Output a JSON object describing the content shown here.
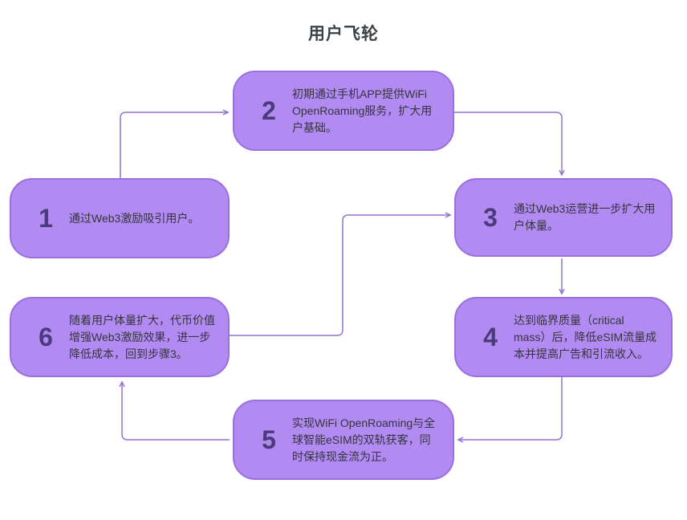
{
  "title": "用户飞轮",
  "colors": {
    "box_fill": "#b28bf2",
    "box_border": "#9b6fe0",
    "arrow": "#9472d8",
    "number": "#4a3b7c",
    "text": "#35343e",
    "title": "#3d4249",
    "background": "#ffffff"
  },
  "boxes": [
    {
      "num": "1",
      "text": "通过Web3激励吸引用户。"
    },
    {
      "num": "2",
      "text": "初期通过手机APP提供WiFi OpenRoaming服务，扩大用户基础。"
    },
    {
      "num": "3",
      "text": "通过Web3运营进一步扩大用户体量。"
    },
    {
      "num": "4",
      "text": "达到临界质量（critical mass）后，降低eSIM流量成本并提高广告和引流收入。"
    },
    {
      "num": "5",
      "text": "实现WiFi OpenRoaming与全球智能eSIM的双轨获客，同时保持现金流为正。"
    },
    {
      "num": "6",
      "text": "随着用户体量扩大，代币价值增强Web3激励效果，进一步降低成本，回到步骤3。"
    }
  ],
  "connections": [
    {
      "from": "1",
      "to": "2"
    },
    {
      "from": "2",
      "to": "3"
    },
    {
      "from": "3",
      "to": "4"
    },
    {
      "from": "4",
      "to": "5"
    },
    {
      "from": "5",
      "to": "6"
    },
    {
      "from": "6",
      "to": "3"
    }
  ]
}
